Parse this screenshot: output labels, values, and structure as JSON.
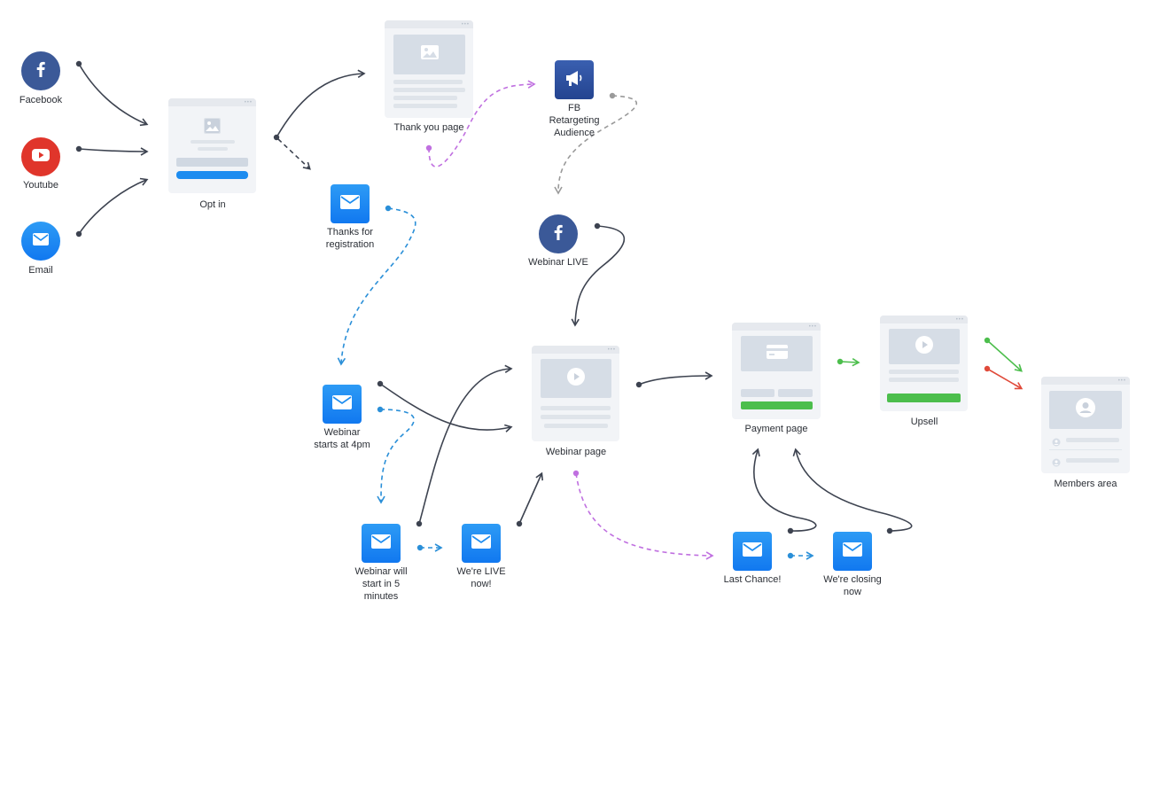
{
  "sources": {
    "facebook": {
      "label": "Facebook",
      "icon": "facebook-icon"
    },
    "youtube": {
      "label": "Youtube",
      "icon": "youtube-icon"
    },
    "email": {
      "label": "Email",
      "icon": "email-icon"
    }
  },
  "pages": {
    "opt_in": {
      "label": "Opt in"
    },
    "thank_you": {
      "label": "Thank you page"
    },
    "webinar": {
      "label": "Webinar page"
    },
    "payment": {
      "label": "Payment page"
    },
    "upsell": {
      "label": "Upsell"
    },
    "members": {
      "label": "Members area"
    }
  },
  "ads": {
    "fb_retargeting": {
      "label": "FB\nRetargeting\nAudience",
      "icon": "megaphone-icon"
    },
    "webinar_live": {
      "label": "Webinar LIVE",
      "icon": "facebook-icon"
    }
  },
  "emails": {
    "thanks_registration": {
      "label": "Thanks for\nregistration"
    },
    "starts_4pm": {
      "label": "Webinar\nstarts at 4pm"
    },
    "start_5min": {
      "label": "Webinar will\nstart in 5\nminutes"
    },
    "live_now": {
      "label": "We're LIVE\nnow!"
    },
    "last_chance": {
      "label": "Last Chance!"
    },
    "closing_now": {
      "label": "We're closing\nnow"
    }
  },
  "colors": {
    "connector": "#3d4350",
    "email_flow": "#2a8fd8",
    "retargeting_flow": "#c070e0",
    "ad_flow": "#9a9a9a",
    "accept": "#4cbe4c",
    "decline": "#e04a3a",
    "facebook": "#3b5998",
    "youtube": "#e0352b",
    "email_blue": "#1d8cf0",
    "payment_green": "#4cbe4c"
  }
}
